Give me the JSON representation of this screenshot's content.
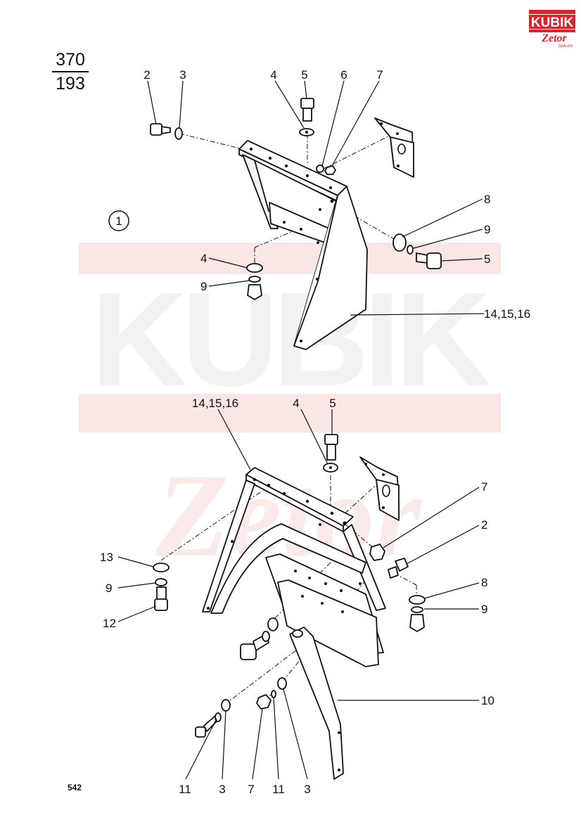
{
  "page": {
    "figure_code_top": "370",
    "figure_code_bottom": "193",
    "page_number": "542",
    "view_marker": "1"
  },
  "logo": {
    "brand": "KUBIK",
    "subbrand": "Zetor",
    "tag": "DEALER",
    "colors": {
      "red": "#d8232a",
      "dark": "#111111"
    }
  },
  "watermark": {
    "word": "KUBIK",
    "script": "Zetor",
    "colors": {
      "band": "#fbe6e6",
      "letters": "#f2f2f2",
      "script": "#fbeaea"
    }
  },
  "callouts_view1": [
    {
      "id": "c1-2",
      "label": "2"
    },
    {
      "id": "c1-3",
      "label": "3"
    },
    {
      "id": "c1-4a",
      "label": "4"
    },
    {
      "id": "c1-5a",
      "label": "5"
    },
    {
      "id": "c1-6",
      "label": "6"
    },
    {
      "id": "c1-7",
      "label": "7"
    },
    {
      "id": "c1-8",
      "label": "8"
    },
    {
      "id": "c1-9a",
      "label": "9"
    },
    {
      "id": "c1-5b",
      "label": "5"
    },
    {
      "id": "c1-4b",
      "label": "4"
    },
    {
      "id": "c1-9b",
      "label": "9"
    },
    {
      "id": "c1-14",
      "label": "14,15,16"
    }
  ],
  "callouts_view2": [
    {
      "id": "c2-14",
      "label": "14,15,16"
    },
    {
      "id": "c2-4",
      "label": "4"
    },
    {
      "id": "c2-5",
      "label": "5"
    },
    {
      "id": "c2-7a",
      "label": "7"
    },
    {
      "id": "c2-2",
      "label": "2"
    },
    {
      "id": "c2-8",
      "label": "8"
    },
    {
      "id": "c2-9a",
      "label": "9"
    },
    {
      "id": "c2-13",
      "label": "13"
    },
    {
      "id": "c2-9b",
      "label": "9"
    },
    {
      "id": "c2-12",
      "label": "12"
    },
    {
      "id": "c2-10",
      "label": "10"
    },
    {
      "id": "c2-11a",
      "label": "11"
    },
    {
      "id": "c2-3a",
      "label": "3"
    },
    {
      "id": "c2-7b",
      "label": "7"
    },
    {
      "id": "c2-11b",
      "label": "11"
    },
    {
      "id": "c2-3b",
      "label": "3"
    }
  ]
}
